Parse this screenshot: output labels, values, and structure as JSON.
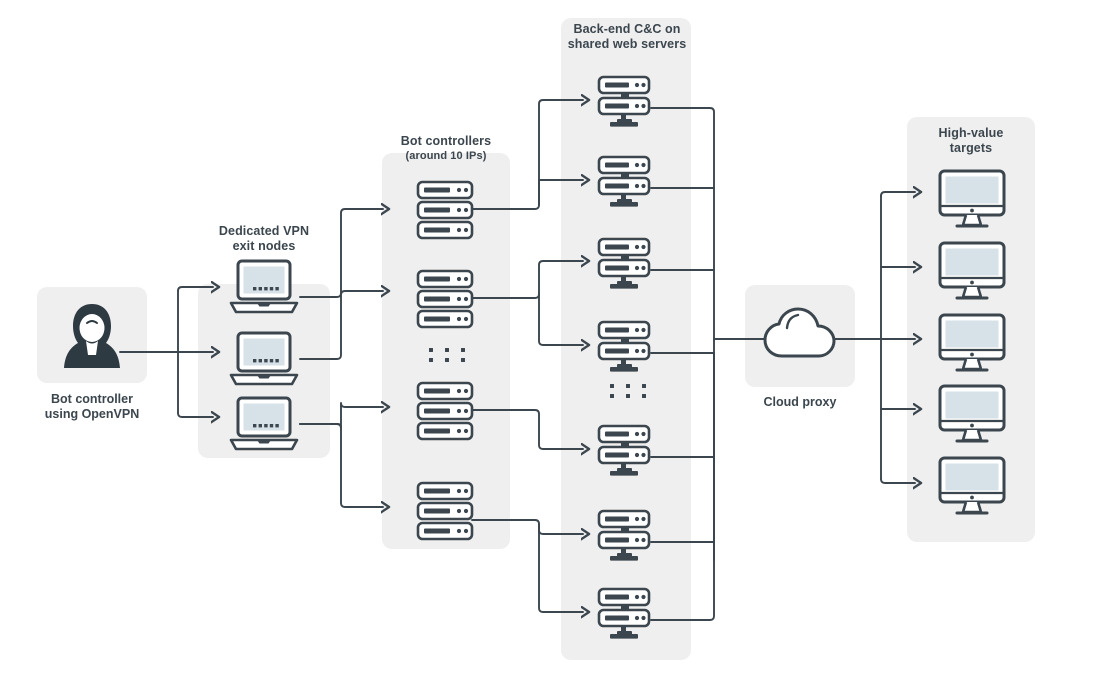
{
  "diagram": {
    "title": "Botnet infrastructure attack-chain diagram",
    "colors": {
      "panel_bg": "#efefef",
      "stroke": "#3b464e",
      "screen_fill": "#d6e1e8",
      "icon_fill": "#ffffff",
      "page_bg": "#ffffff"
    },
    "stages": [
      {
        "id": "bot-controller-origin",
        "label": "Bot controller\nusing OpenVPN",
        "label_lines": [
          "Bot controller",
          "using OpenVPN"
        ],
        "icon": "person-icon",
        "count": 1
      },
      {
        "id": "vpn-exit-nodes",
        "label_lines": [
          "Dedicated VPN",
          "exit nodes"
        ],
        "sublabel": "",
        "icon": "laptop-icon",
        "count": 3
      },
      {
        "id": "bot-controllers",
        "label_lines": [
          "Bot controllers"
        ],
        "sublabel": "(around 10 IPs)",
        "icon": "server-rack-3u-icon",
        "count": 4,
        "ellipsis": true
      },
      {
        "id": "backend-cc",
        "label_lines": [
          "Back-end C&C on",
          "shared web servers"
        ],
        "sublabel": "",
        "icon": "server-rack-2u-icon",
        "count": 8,
        "ellipsis": true
      },
      {
        "id": "cloud-proxy",
        "label_lines": [
          "Cloud proxy"
        ],
        "icon": "cloud-icon",
        "count": 1
      },
      {
        "id": "high-value-targets",
        "label_lines": [
          "High-value",
          "targets"
        ],
        "icon": "monitor-icon",
        "count": 5
      }
    ],
    "labels": {
      "origin_line1": "Bot controller",
      "origin_line2": "using OpenVPN",
      "vpn_line1": "Dedicated VPN",
      "vpn_line2": "exit nodes",
      "controllers_line1": "Bot controllers",
      "controllers_sub": "(around 10 IPs)",
      "cc_line1": "Back-end C&C on",
      "cc_line2": "shared web servers",
      "cloud": "Cloud proxy",
      "targets_line1": "High-value",
      "targets_line2": "targets"
    }
  }
}
